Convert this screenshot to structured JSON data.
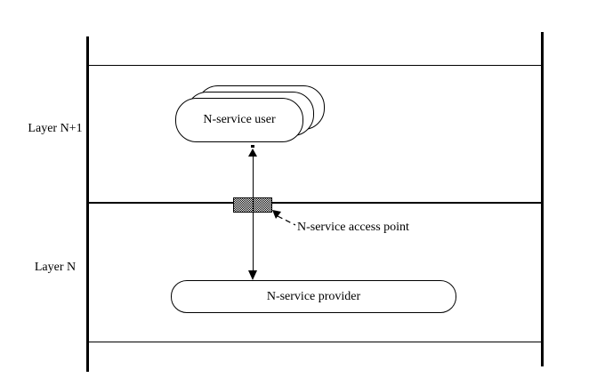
{
  "diagram": {
    "labels": {
      "layer_upper": "Layer N+1",
      "layer_lower": "Layer N",
      "service_user": "N-service user",
      "service_provider": "N-service provider",
      "access_point": "N-service access point"
    },
    "colors": {
      "line": "#000000",
      "background": "#ffffff"
    }
  }
}
